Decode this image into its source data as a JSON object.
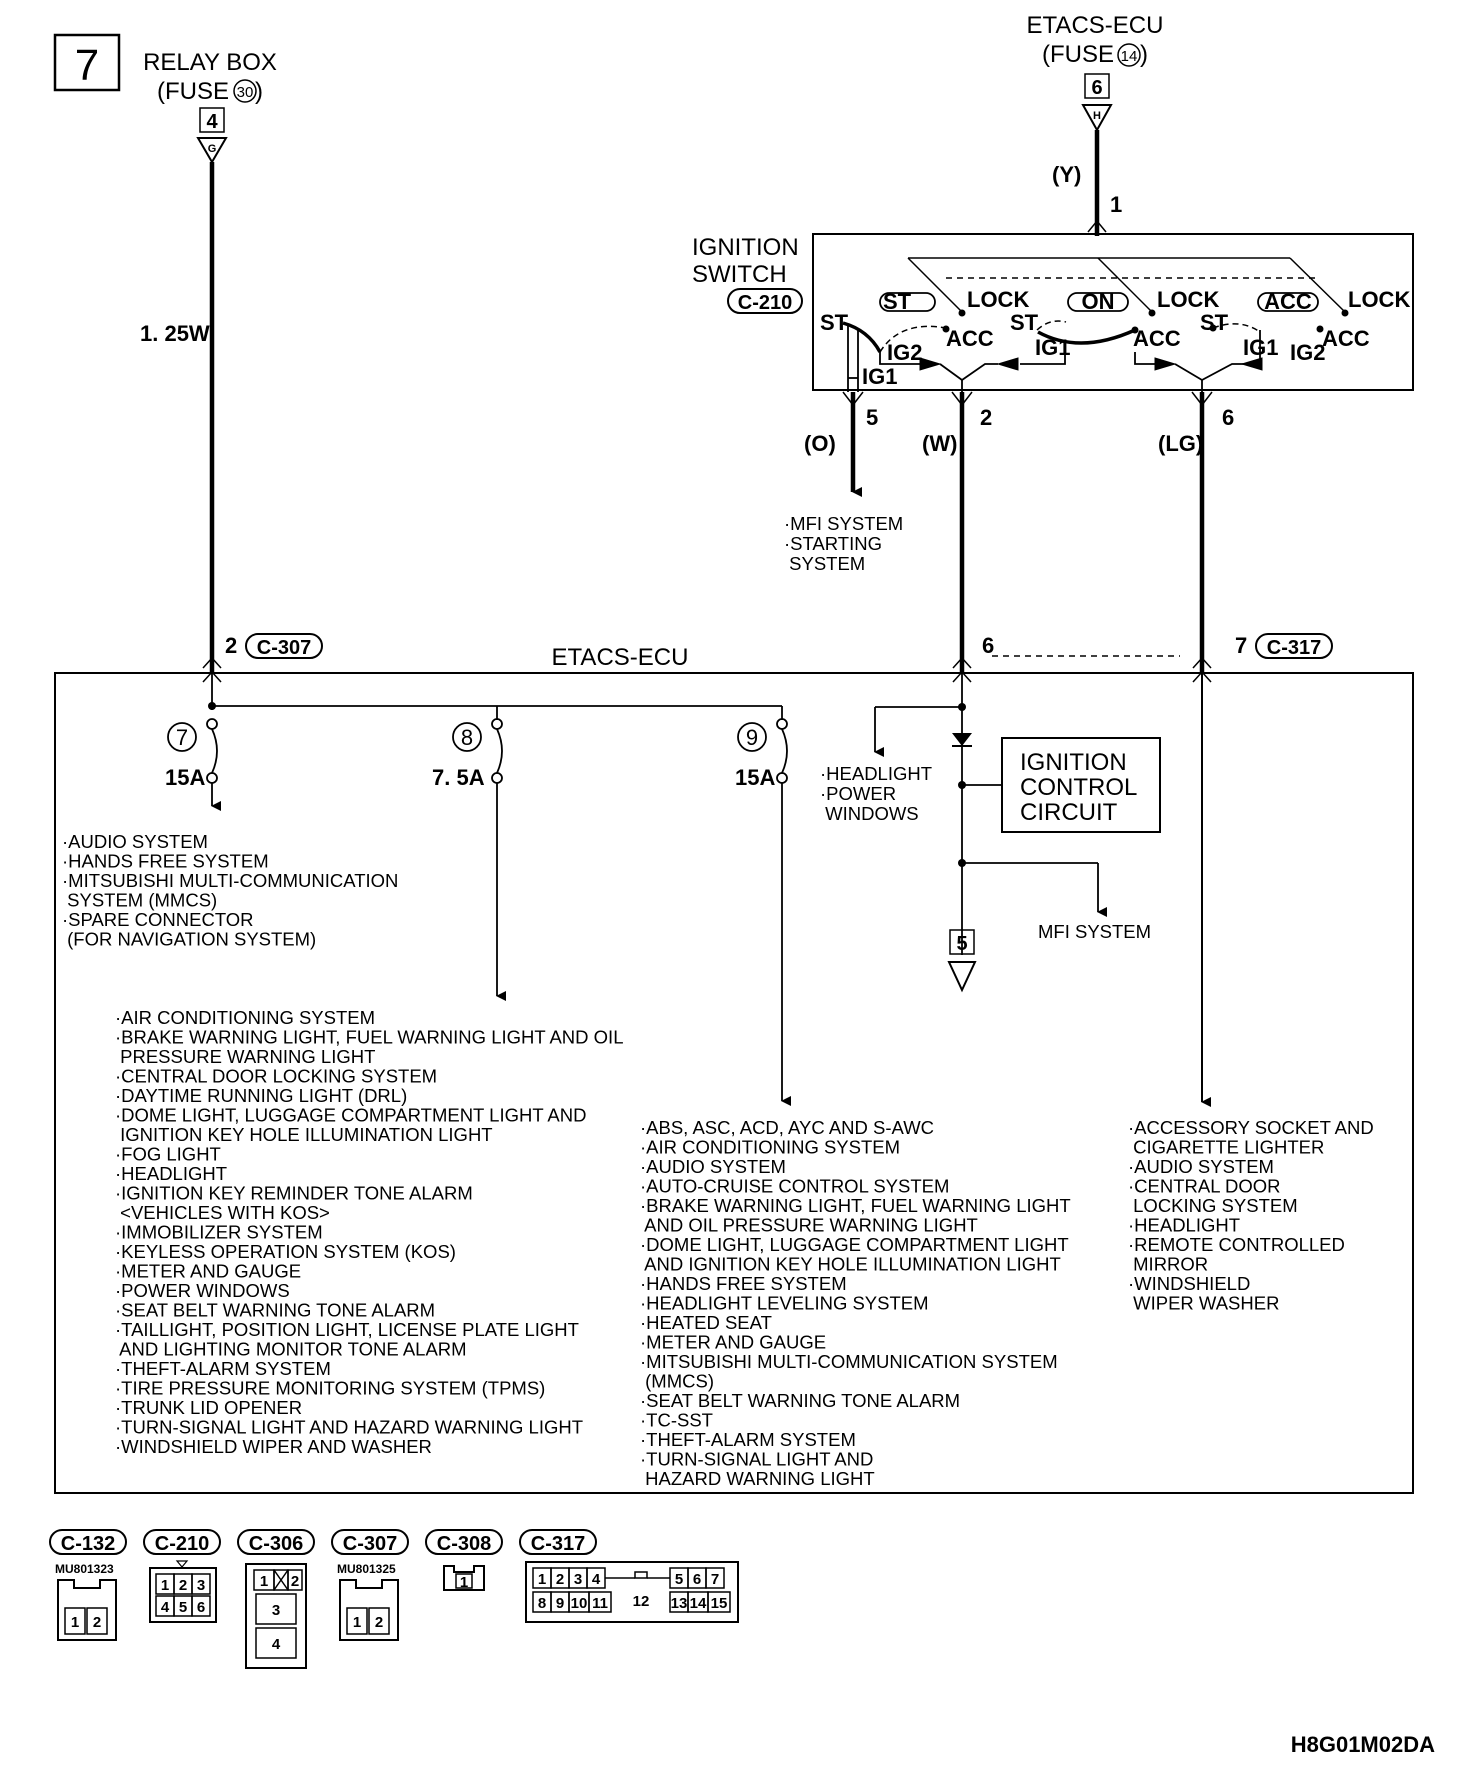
{
  "page_number": "7",
  "code": "H8G01M02DA",
  "relay_box": {
    "title": "RELAY BOX",
    "fuse_prefix": "(FUSE",
    "fuse_no": "30",
    "fuse_suffix": ")",
    "tag": "4",
    "terminal": "G",
    "wire": "1. 25W"
  },
  "etacs_top": {
    "title": "ETACS-ECU",
    "fuse_prefix": "(FUSE",
    "fuse_no": "14",
    "fuse_suffix": ")",
    "tag": "6",
    "terminal": "H",
    "wire_color": "(Y)",
    "pin": "1"
  },
  "ignition_switch": {
    "title_line1": "IGNITION",
    "title_line2": "SWITCH",
    "connector": "C-210",
    "labels": {
      "st": "ST",
      "lock": "LOCK",
      "on": "ON",
      "acc": "ACC",
      "ig1": "IG1",
      "ig2": "IG2"
    },
    "outputs": [
      {
        "pin": "5",
        "color": "(O)"
      },
      {
        "pin": "2",
        "color": "(W)"
      },
      {
        "pin": "6",
        "color": "(LG)"
      }
    ]
  },
  "mfi_starting": [
    "·MFI SYSTEM",
    "·STARTING",
    " SYSTEM"
  ],
  "ecu": {
    "title": "ETACS-ECU",
    "pin_left": "2",
    "conn_left": "C-307",
    "pin_mid": "6",
    "pin_right": "7",
    "conn_right": "C-317",
    "fuses": [
      {
        "no": "7",
        "amps": "15A"
      },
      {
        "no": "8",
        "amps": "7. 5A"
      },
      {
        "no": "9",
        "amps": "15A"
      }
    ],
    "headlight_power": [
      "·HEADLIGHT",
      "·POWER",
      " WINDOWS"
    ],
    "ignition_control": [
      "IGNITION",
      "CONTROL",
      "CIRCUIT"
    ],
    "mfi": "MFI SYSTEM",
    "ref_tag": "5"
  },
  "list_fuse7": [
    "·AUDIO SYSTEM",
    "·HANDS FREE SYSTEM",
    "·MITSUBISHI MULTI-COMMUNICATION",
    " SYSTEM (MMCS)",
    "·SPARE CONNECTOR",
    " (FOR NAVIGATION SYSTEM)"
  ],
  "list_fuse8": [
    "·AIR CONDITIONING SYSTEM",
    "·BRAKE WARNING LIGHT, FUEL WARNING LIGHT AND OIL",
    " PRESSURE WARNING LIGHT",
    "·CENTRAL DOOR LOCKING SYSTEM",
    "·DAYTIME RUNNING LIGHT (DRL)",
    "·DOME LIGHT, LUGGAGE COMPARTMENT LIGHT AND",
    " IGNITION KEY HOLE ILLUMINATION LIGHT",
    "·FOG LIGHT",
    "·HEADLIGHT",
    "·IGNITION KEY REMINDER TONE ALARM",
    " <VEHICLES WITH KOS>",
    "·IMMOBILIZER SYSTEM",
    "·KEYLESS OPERATION SYSTEM (KOS)",
    "·METER AND GAUGE",
    "·POWER WINDOWS",
    "·SEAT BELT WARNING TONE ALARM",
    "·TAILLIGHT, POSITION LIGHT, LICENSE PLATE LIGHT",
    " AND LIGHTING MONITOR TONE ALARM",
    "·THEFT-ALARM SYSTEM",
    "·TIRE PRESSURE MONITORING SYSTEM (TPMS)",
    "·TRUNK LID OPENER",
    "·TURN-SIGNAL LIGHT AND HAZARD WARNING LIGHT",
    "·WINDSHIELD WIPER AND WASHER"
  ],
  "list_fuse9": [
    "·ABS, ASC, ACD, AYC AND S-AWC",
    "·AIR CONDITIONING SYSTEM",
    "·AUDIO SYSTEM",
    "·AUTO-CRUISE CONTROL SYSTEM",
    "·BRAKE WARNING LIGHT, FUEL WARNING LIGHT",
    " AND OIL PRESSURE WARNING LIGHT",
    "·DOME LIGHT, LUGGAGE COMPARTMENT LIGHT",
    " AND IGNITION KEY HOLE ILLUMINATION LIGHT",
    "·HANDS FREE SYSTEM",
    "·HEADLIGHT LEVELING SYSTEM",
    "·HEATED SEAT",
    "·METER AND GAUGE",
    "·MITSUBISHI MULTI-COMMUNICATION SYSTEM",
    " (MMCS)",
    "·SEAT BELT WARNING TONE ALARM",
    "·TC-SST",
    "·THEFT-ALARM SYSTEM",
    "·TURN-SIGNAL LIGHT AND",
    " HAZARD WARNING LIGHT"
  ],
  "list_acc": [
    "·ACCESSORY SOCKET AND",
    " CIGARETTE LIGHTER",
    "·AUDIO SYSTEM",
    "·CENTRAL DOOR",
    " LOCKING SYSTEM",
    "·HEADLIGHT",
    "·REMOTE CONTROLLED",
    " MIRROR",
    "·WINDSHIELD",
    " WIPER WASHER"
  ],
  "connectors": [
    {
      "id": "C-132",
      "part": "MU801323",
      "pins": [
        "1",
        "2"
      ]
    },
    {
      "id": "C-210",
      "part": "",
      "pins": [
        "1",
        "2",
        "3",
        "4",
        "5",
        "6"
      ]
    },
    {
      "id": "C-306",
      "part": "",
      "pins": [
        "1",
        "2",
        "3",
        "4"
      ]
    },
    {
      "id": "C-307",
      "part": "MU801325",
      "pins": [
        "1",
        "2"
      ]
    },
    {
      "id": "C-308",
      "part": "",
      "pins": [
        "1"
      ]
    },
    {
      "id": "C-317",
      "part": "",
      "pins": [
        "1",
        "2",
        "3",
        "4",
        "5",
        "6",
        "7",
        "8",
        "9",
        "10",
        "11",
        "12",
        "13",
        "14",
        "15"
      ]
    }
  ]
}
